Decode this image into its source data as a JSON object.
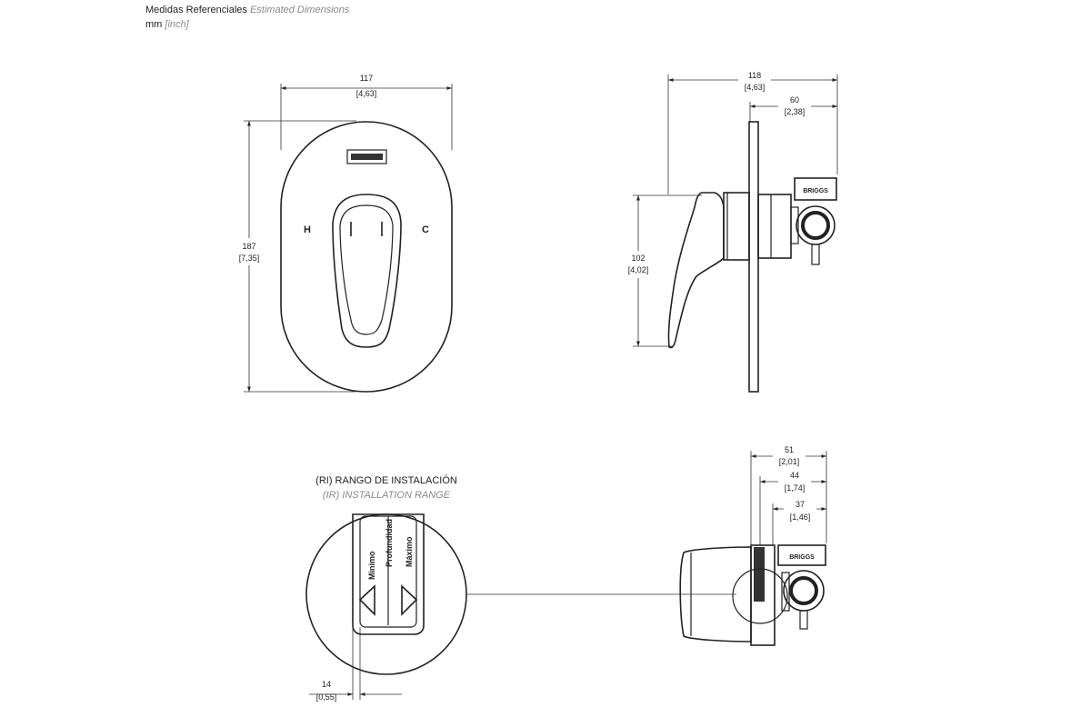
{
  "header": {
    "title_es": "Medidas Referenciales",
    "title_en": "Estimated Dimensions",
    "unit": "mm",
    "unit_alt": "[inch]"
  },
  "front_view": {
    "width_mm": "117",
    "width_in": "[4,63]",
    "height_mm": "187",
    "height_in": "[7,35]",
    "hot_label": "H",
    "cold_label": "C"
  },
  "side_view": {
    "depth_total_mm": "118",
    "depth_total_in": "[4,63]",
    "depth_body_mm": "60",
    "depth_body_in": "[2,38]",
    "handle_height_mm": "102",
    "handle_height_in": "[4,02]",
    "brand_mark": "BRIGGS"
  },
  "install_range": {
    "title_es": "(RI) RANGO DE INSTALACIÓN",
    "title_en": "(IR) INSTALLATION RANGE",
    "label_min": "Minimo",
    "label_depth": "Profundidad",
    "label_max": "Máximo",
    "width_mm": "14",
    "width_in": "[0,55]"
  },
  "install_side": {
    "d1_mm": "51",
    "d1_in": "[2,01]",
    "d2_mm": "44",
    "d2_in": "[1,74]",
    "d3_mm": "37",
    "d3_in": "[1,46]"
  }
}
